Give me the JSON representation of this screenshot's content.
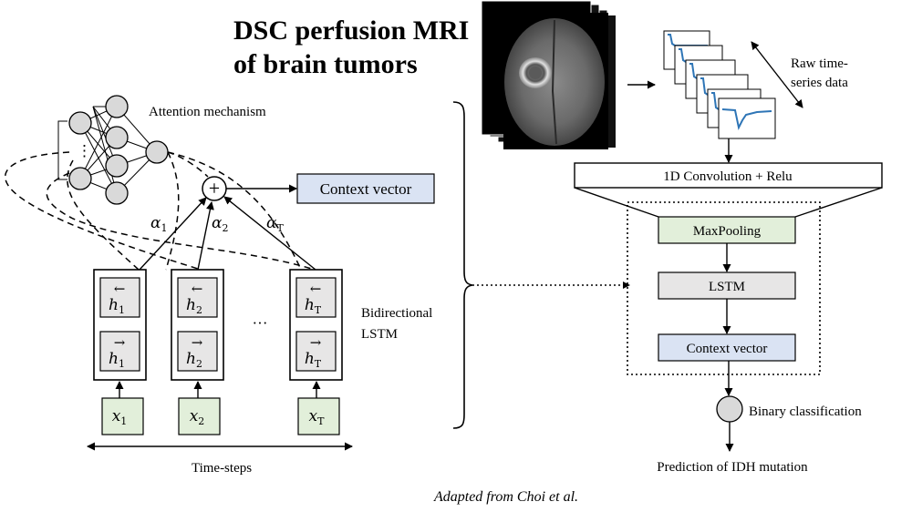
{
  "title_line1": "DSC perfusion MRI",
  "title_line2": "of brain tumors",
  "attention_label": "Attention mechanism",
  "context_vector_top": "Context vector",
  "alphas": [
    {
      "sym": "α",
      "sub": "1"
    },
    {
      "sym": "α",
      "sub": "2"
    },
    {
      "sym": "α",
      "sub": "T"
    }
  ],
  "lstm_columns": [
    {
      "back": "h",
      "back_sub": "1",
      "fwd": "h",
      "fwd_sub": "1",
      "input": "x",
      "input_sub": "1"
    },
    {
      "back": "h",
      "back_sub": "2",
      "fwd": "h",
      "fwd_sub": "2",
      "input": "x",
      "input_sub": "2"
    },
    {
      "back": "h",
      "back_sub": "T",
      "fwd": "h",
      "fwd_sub": "T",
      "input": "x",
      "input_sub": "T"
    }
  ],
  "ellipsis": "···",
  "hidden_ellipsis": "⋮",
  "plus_symbol": "+",
  "bilstm_label_line1": "Bidirectional",
  "bilstm_label_line2": "LSTM",
  "time_steps_label": "Time-steps",
  "raw_label_line1": "Raw time-",
  "raw_label_line2": "series data",
  "conv_label": "1D Convolution + Relu",
  "maxpool_label": "MaxPooling",
  "lstm_label": "LSTM",
  "context_vector_right": "Context vector",
  "binary_label": "Binary classification",
  "prediction_label": "Prediction of IDH mutation",
  "caption": "Adapted from Choi et al.",
  "colors": {
    "blue_box": "#dae3f3",
    "green_box": "#e2efda",
    "gray_box": "#e7e6e6",
    "node": "#d9d9d9",
    "curve": "#2e75b6"
  }
}
